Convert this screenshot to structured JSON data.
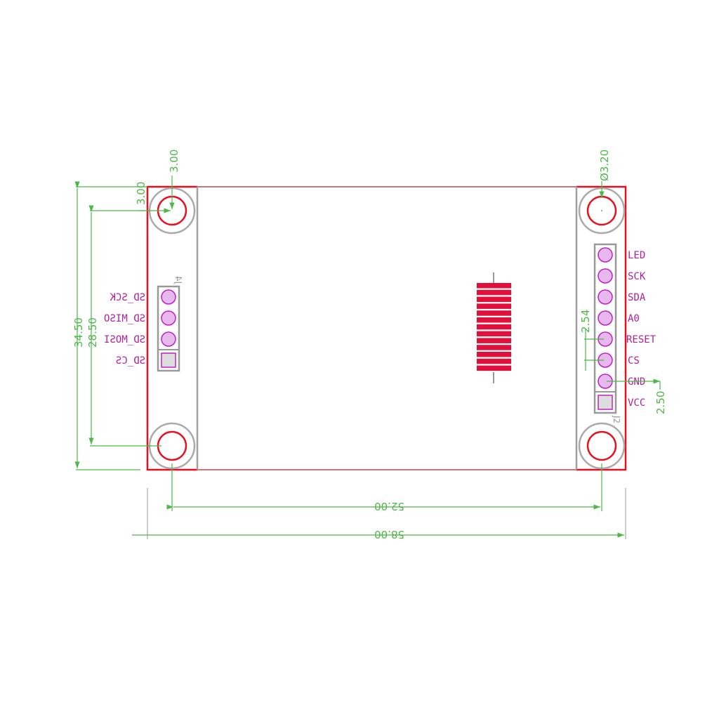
{
  "colors": {
    "board_outline": "#e8101e",
    "silkscreen": "#a0a0a0",
    "pads": "#c020c0",
    "dimensions": "#4db848",
    "fpc": "#e0103a"
  },
  "dimensions": {
    "hole_offset_x": "3.00",
    "hole_offset_y": "3.00",
    "hole_diameter": "Ø3.20",
    "board_height": "34.50",
    "hole_spacing_y": "28.50",
    "pin_pitch": "2.54",
    "pin_edge": "2.50",
    "hole_spacing_x": "52.00",
    "board_width": "58.00"
  },
  "j4": {
    "ref": "J4",
    "pins": [
      "SD_SCK",
      "SD_MISO",
      "SD_MOSI",
      "SD_CS"
    ]
  },
  "j2": {
    "ref": "J2",
    "pins": [
      "LED",
      "SCK",
      "SDA",
      "A0",
      "RESET",
      "CS",
      "GND",
      "VCC"
    ]
  }
}
